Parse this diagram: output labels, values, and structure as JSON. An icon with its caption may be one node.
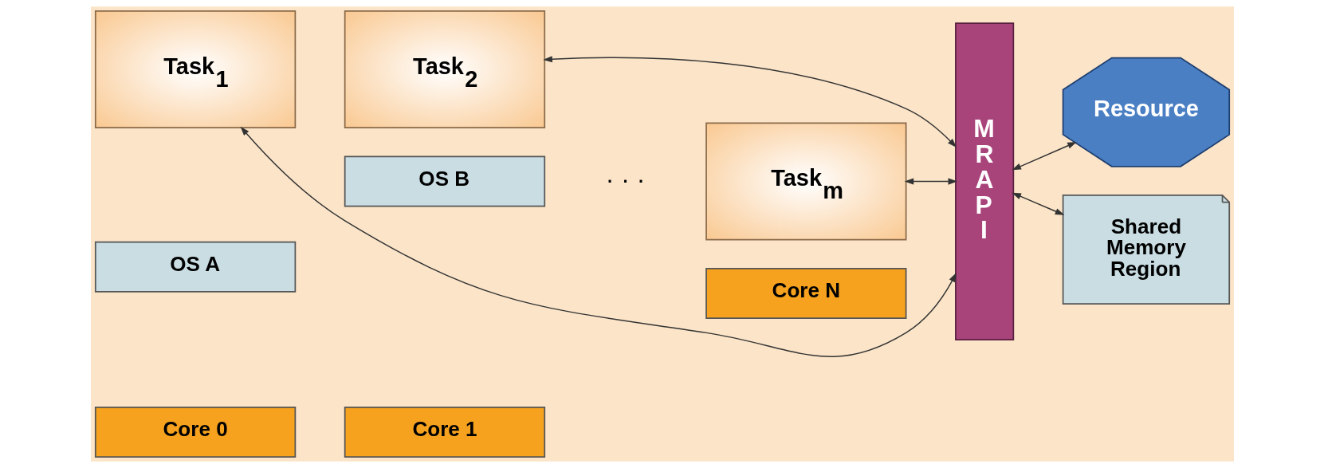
{
  "diagram": {
    "nodes": [
      {
        "text": [
          "Task$_{1}$"
        ]
      },
      {
        "text": [
          "Task$_{2}$"
        ]
      },
      {
        "text": [
          "MRAPI"
        ]
      },
      {
        "text": [
          "Resource"
        ]
      },
      {
        "text": [
          "Task$_{m}$"
        ]
      },
      {
        "text": [
          "OS A"
        ]
      },
      {
        "text": [
          "OS B"
        ]
      },
      {
        "text": [
          "Core 0"
        ]
      },
      {
        "text": [
          "Core 1"
        ]
      },
      {
        "text": [
          "Core N"
        ]
      },
      {
        "text": [
          "Shared Memory Region"
        ]
      }
    ],
    "edges": [
      {
        "from": 0,
        "to": 2,
        "arrow": "both"
      },
      {
        "from": 1,
        "to": 2,
        "arrow": "both"
      },
      {
        "from": 4,
        "to": 2,
        "arrow": "both"
      },
      {
        "from": 2,
        "to": 3,
        "arrow": "both"
      },
      {
        "from": 2,
        "to": 10,
        "arrow": "both"
      }
    ],
    "labels": [
      "· · ·"
    ]
  }
}
